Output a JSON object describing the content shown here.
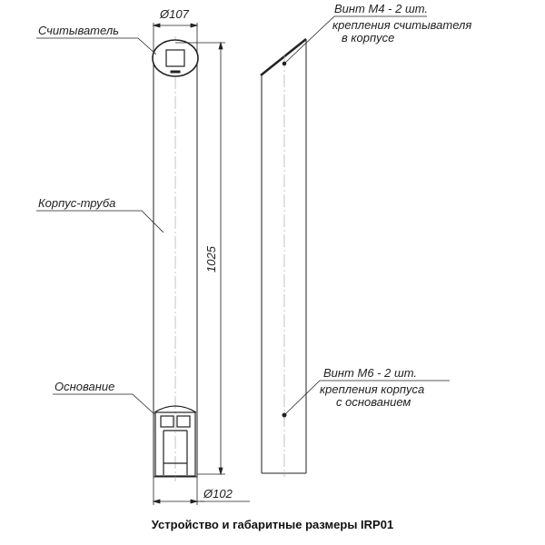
{
  "labels": {
    "reader": "Считыватель",
    "body_tube": "Корпус-труба",
    "base": "Основание",
    "screw_m4": "Винт М4 - 2 шт.",
    "screw_m4_desc1": "крепления считывателя",
    "screw_m4_desc2": "в корпусе",
    "screw_m6": "Винт М6 - 2 шт.",
    "screw_m6_desc1": "крепления корпуса",
    "screw_m6_desc2": "с основанием"
  },
  "dimensions": {
    "top_diameter": "Ø107",
    "height": "1025",
    "bottom_diameter": "Ø102"
  },
  "caption": "Устройство и габаритные размеры IRP01"
}
